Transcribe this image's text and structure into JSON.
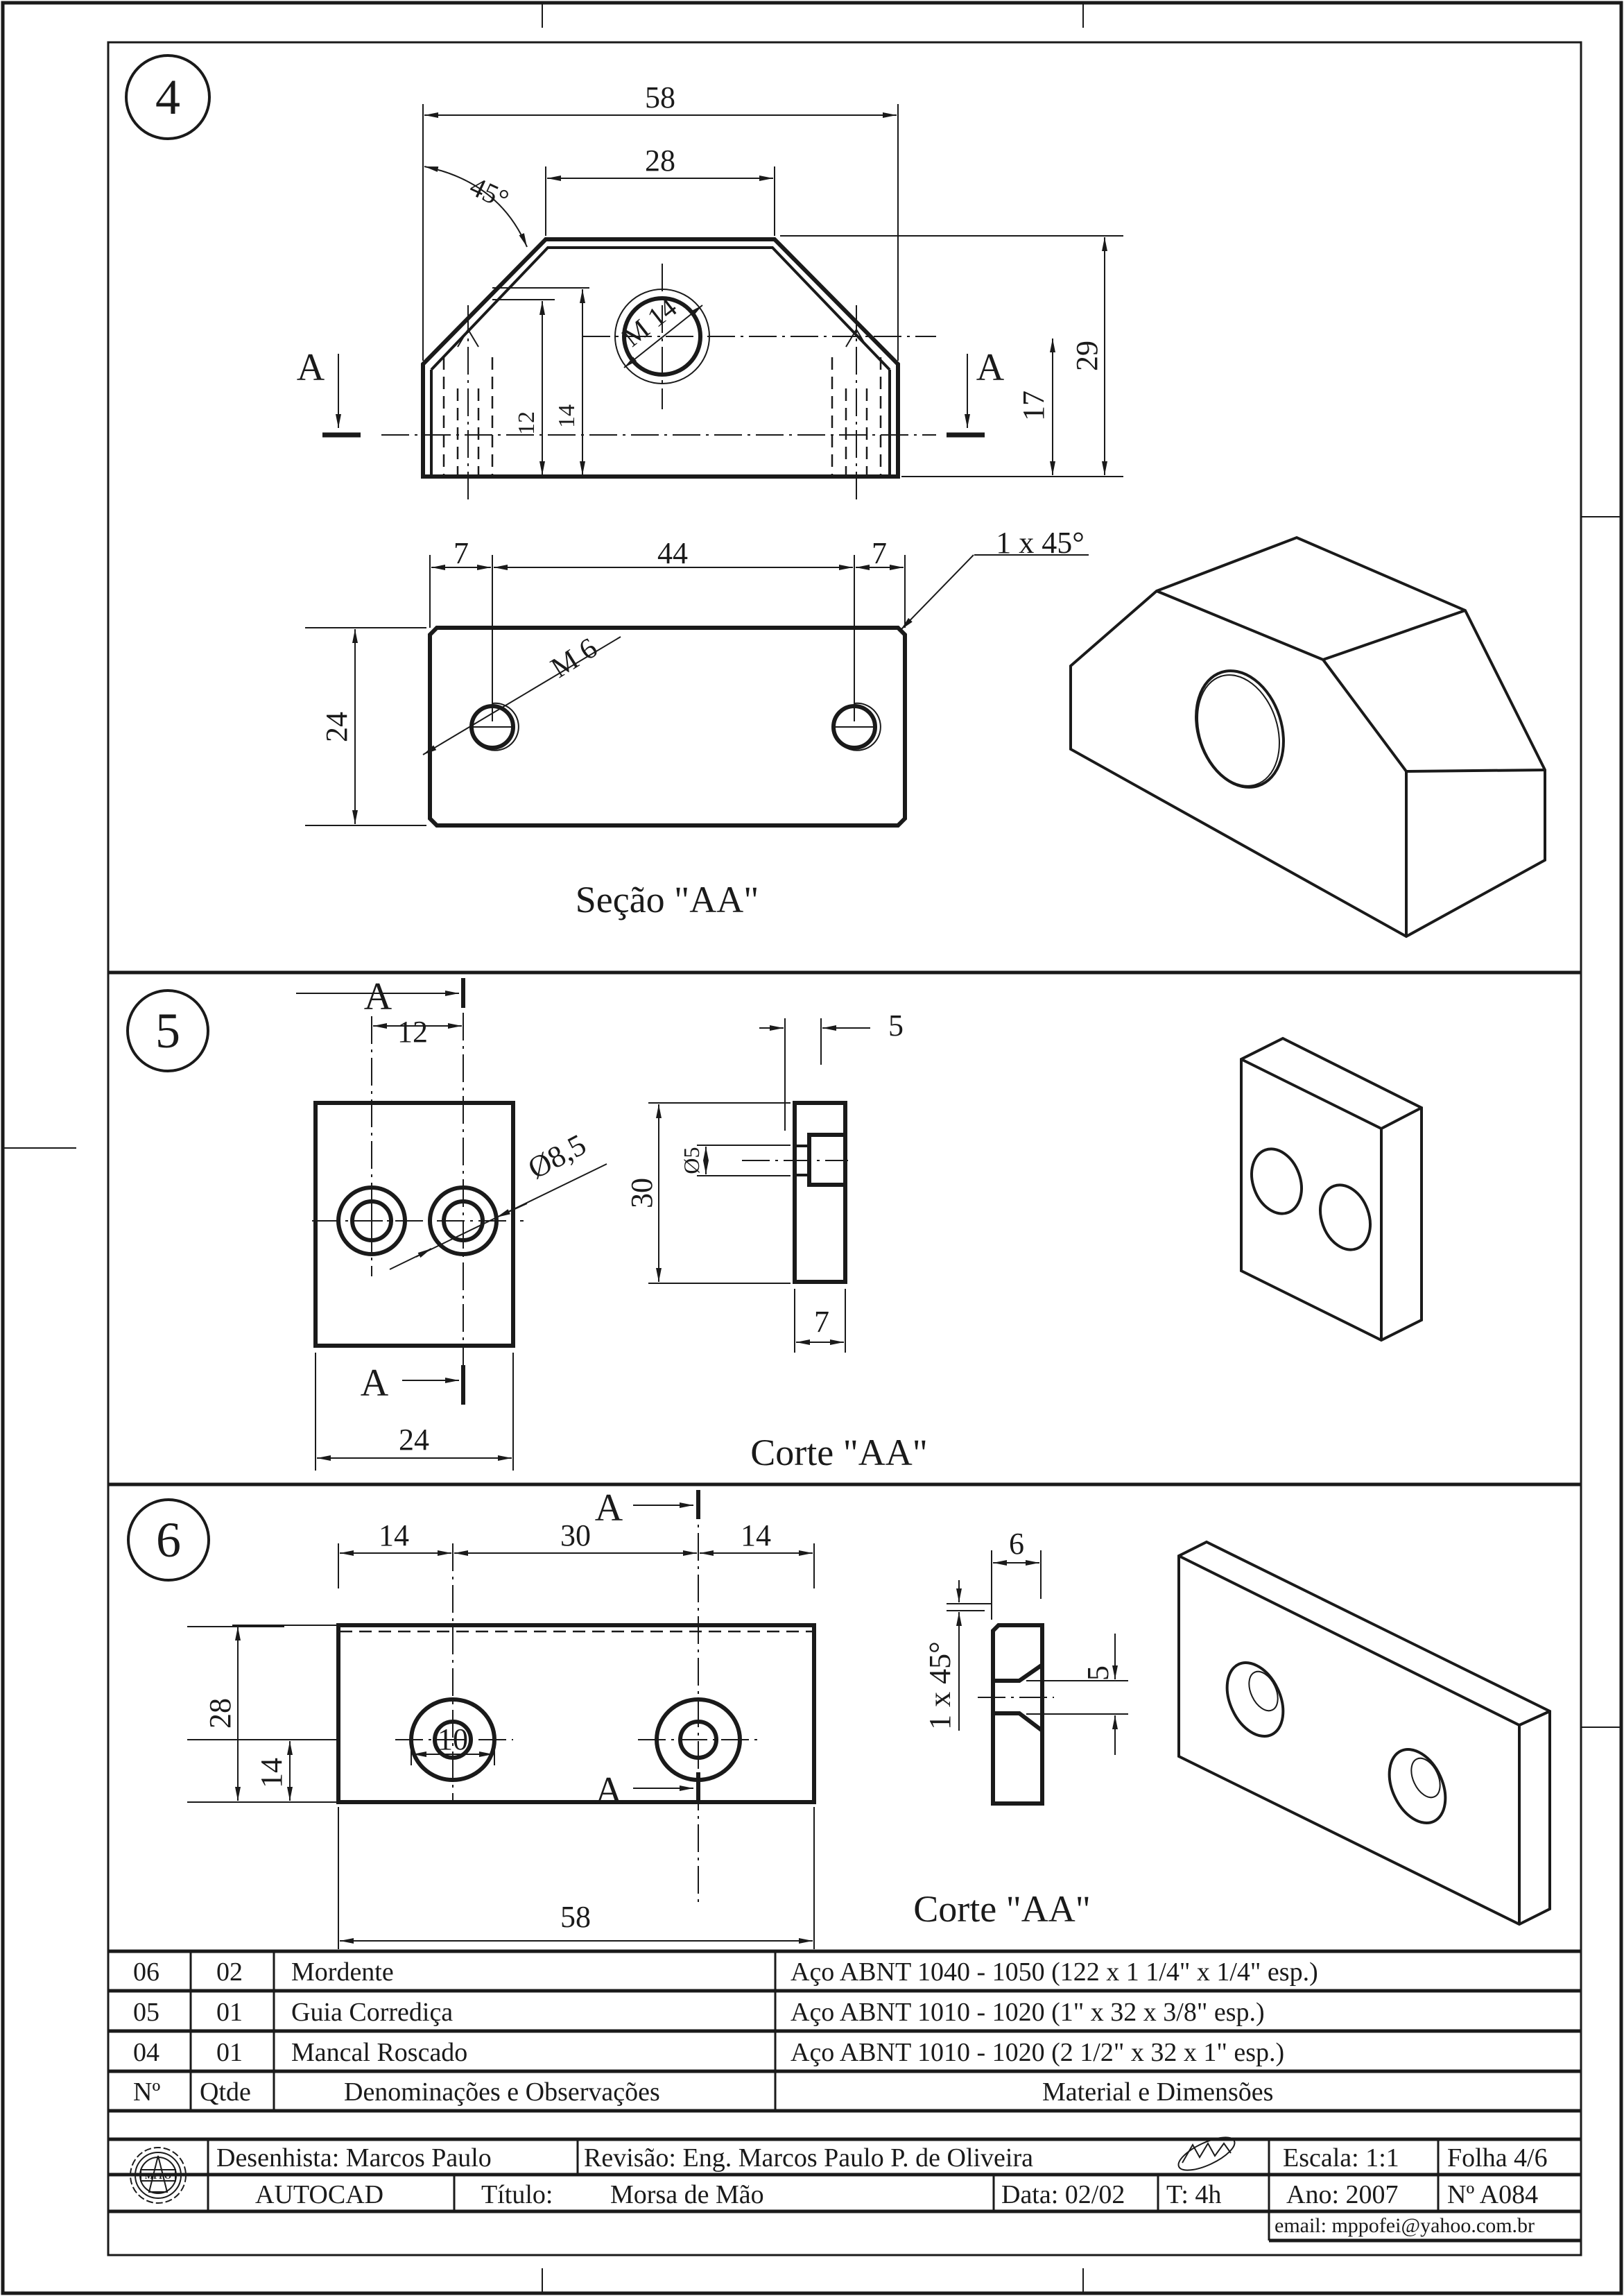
{
  "sheet": {
    "parts": [
      {
        "number": "4",
        "views": {
          "front": {
            "dims": {
              "overall_width": "58",
              "top_width": "28",
              "chamfer_angle": "45°",
              "thread": "M 14",
              "height_total": "29",
              "hole_center_height": "17",
              "tap_depth": "12",
              "drill_depth": "14"
            },
            "section_marker": "A"
          },
          "section": {
            "dims": {
              "left_offset": "7",
              "hole_spacing": "44",
              "right_offset": "7",
              "height": "24",
              "thread": "M 6",
              "chamfer": "1 x 45°"
            },
            "caption": "Seção \"AA\""
          }
        }
      },
      {
        "number": "5",
        "views": {
          "front": {
            "dims": {
              "hole_offset": "12",
              "counterbore": "Ø8,5",
              "width": "24"
            },
            "section_marker": "A"
          },
          "section": {
            "dims": {
              "counterbore_depth": "5",
              "height": "30",
              "hole_diameter": "Ø5",
              "thickness": "7"
            },
            "caption": "Corte \"AA\""
          }
        }
      },
      {
        "number": "6",
        "views": {
          "front": {
            "dims": {
              "left_offset": "14",
              "hole_spacing": "30",
              "right_offset": "14",
              "height": "28",
              "hole_height": "14",
              "countersink_diameter": "10",
              "length": "58"
            },
            "section_marker": "A"
          },
          "section": {
            "dims": {
              "thickness": "6",
              "chamfer": "1 x 45°",
              "hole_diameter": "5"
            },
            "caption": "Corte \"AA\""
          }
        }
      }
    ]
  },
  "bill_of_materials": {
    "rows": [
      {
        "no": "06",
        "qty": "02",
        "name": "Mordente",
        "material": "Aço ABNT 1040 - 1050 (122 x 1 1/4\" x 1/4\" esp.)"
      },
      {
        "no": "05",
        "qty": "01",
        "name": "Guia Corrediça",
        "material": "Aço ABNT 1010 - 1020 (1\" x 32 x 3/8\" esp.)"
      },
      {
        "no": "04",
        "qty": "01",
        "name": "Mancal Roscado",
        "material": "Aço ABNT 1010 - 1020 (2 1/2\" x 32 x 1\" esp.)"
      }
    ],
    "headers": {
      "no": "Nº",
      "qty": "Qtde",
      "name": "Denominações e Observações",
      "material": "Material e Dimensões"
    }
  },
  "title_block": {
    "logo_text": "MPPO",
    "drafter": "Desenhista:  Marcos Paulo",
    "revision": "Revisão: Eng. Marcos Paulo P. de Oliveira",
    "software": "AUTOCAD",
    "title_label": "Título:",
    "title": "Morsa de Mão",
    "date": "Data: 02/02",
    "time": "T: 4h",
    "scale": "Escala:  1:1",
    "sheet": "Folha 4/6",
    "year": "Ano:  2007",
    "drawing_number": "Nº  A084",
    "email": "email: mppofei@yahoo.com.br"
  }
}
